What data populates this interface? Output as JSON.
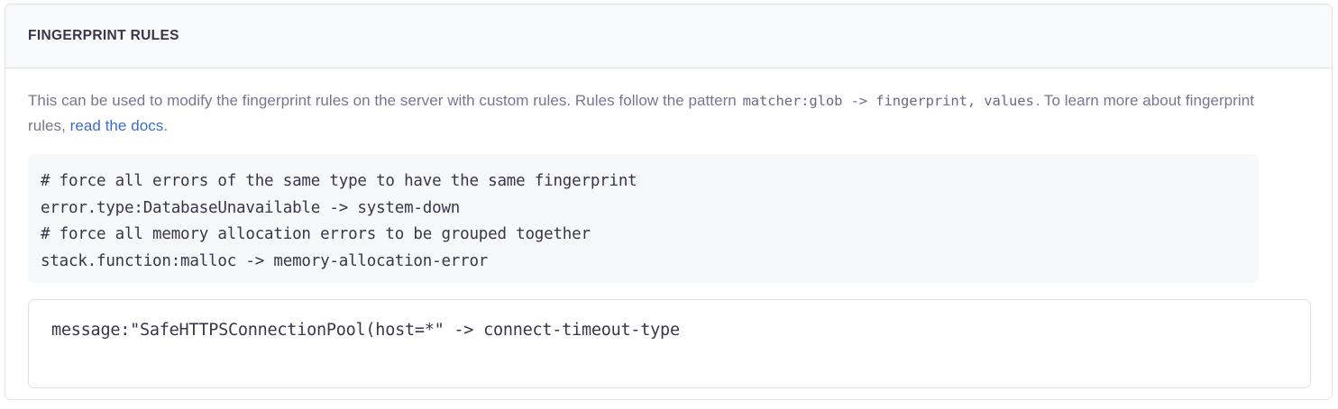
{
  "panel": {
    "title": "FINGERPRINT RULES",
    "description": {
      "part1": "This can be used to modify the fingerprint rules on the server with custom rules. Rules follow the pattern ",
      "inline_code": "matcher:glob -> fingerprint, values",
      "part2": ". To learn more about fingerprint rules, ",
      "link_text": "read the docs",
      "part3": "."
    },
    "example_code": "# force all errors of the same type to have the same fingerprint\nerror.type:DatabaseUnavailable -> system-down\n# force all memory allocation errors to be grouped together\nstack.function:malloc -> memory-allocation-error",
    "rules_input": {
      "value": "message:\"SafeHTTPSConnectionPool(host=*\" -> connect-timeout-type",
      "placeholder": ""
    }
  },
  "colors": {
    "panel_border": "#e3e1ea",
    "header_bg": "#f8f9fb",
    "title_text": "#3c3447",
    "body_text": "#7b7490",
    "link": "#3b6ecc",
    "code_bg": "#f7f8f9",
    "code_text": "#3a3547",
    "input_border": "#e0dee8"
  }
}
